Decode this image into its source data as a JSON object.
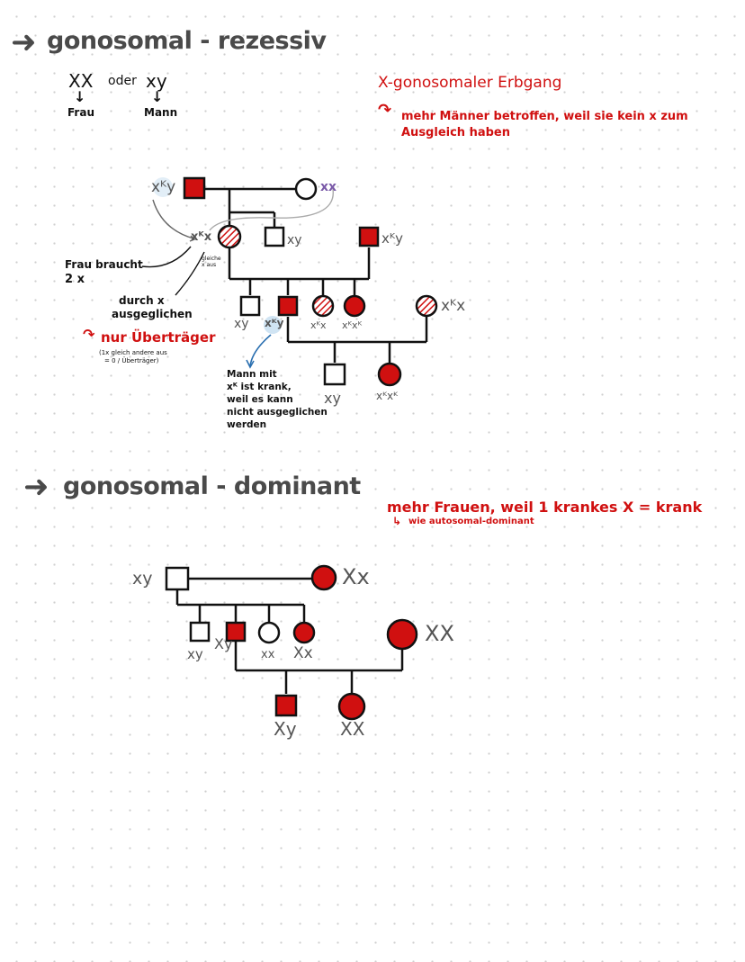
{
  "colors": {
    "affected": "#d01010",
    "ink": "#111111",
    "heading": "#4a4a4a",
    "annotation": "#d01010",
    "carrier_x": "#7a5aa8",
    "arrow_blue": "#2a6fb0"
  },
  "section1": {
    "arrow_icon": "right-arrow-icon",
    "title": "gonosomal - rezessiv",
    "sex_chromo": {
      "female_genotype": "XX",
      "oder": "oder",
      "male_genotype": "xy",
      "female_label": "Frau",
      "male_label": "Mann"
    },
    "note_title": "X-gonosomaler Erbgang",
    "note_line1": "mehr Männer betroffen, weil sie kein x zum",
    "note_line2": "Ausgleich haben",
    "labels": {
      "gen1_father": "xᴷy",
      "gen1_mother": "xx",
      "carrier_mother": "xᴷx",
      "gen2_son": "xy",
      "gen2_father": "xᴷy",
      "gen3_son1": "xy",
      "gen3_son2": "xᴷy",
      "gen3_daughter1": "xᴷx",
      "gen3_daughter2": "xᴷxᴷ",
      "gen3_wife": "xᴷx",
      "gen4_son": "xy",
      "gen4_daughter": "xᴷxᴷ",
      "small_vertical_note": "gleiche x aus"
    },
    "frau_braucht": "Frau braucht",
    "two_x": "2 x",
    "durch_x": "durch x",
    "ausgeglichen": "ausgeglichen",
    "nur_ueberträger": "nur Überträger",
    "ueberträger_note_1": "(1x gleich andere aus",
    "ueberträger_note_2": "= 0 / Überträger)",
    "mann_note": [
      "Mann mit",
      "xᴷ ist krank,",
      "weil es kann",
      "nicht ausgeglichen",
      "werden"
    ]
  },
  "section2": {
    "arrow_icon": "right-arrow-icon",
    "title": "gonosomal - dominant",
    "note_line1": "mehr Frauen, weil 1 krankes X = krank",
    "note_line2": "wie autosomal-dominant",
    "labels": {
      "gen1_father": "xy",
      "gen1_mother": "Xx",
      "gen2_son": "xy",
      "gen2_affected_son": "Xy",
      "gen2_daughter": "xx",
      "gen2_affected_daughter": "Xx",
      "gen2_wife": "XX",
      "gen3_son": "Xy",
      "gen3_daughter": "XX"
    }
  }
}
